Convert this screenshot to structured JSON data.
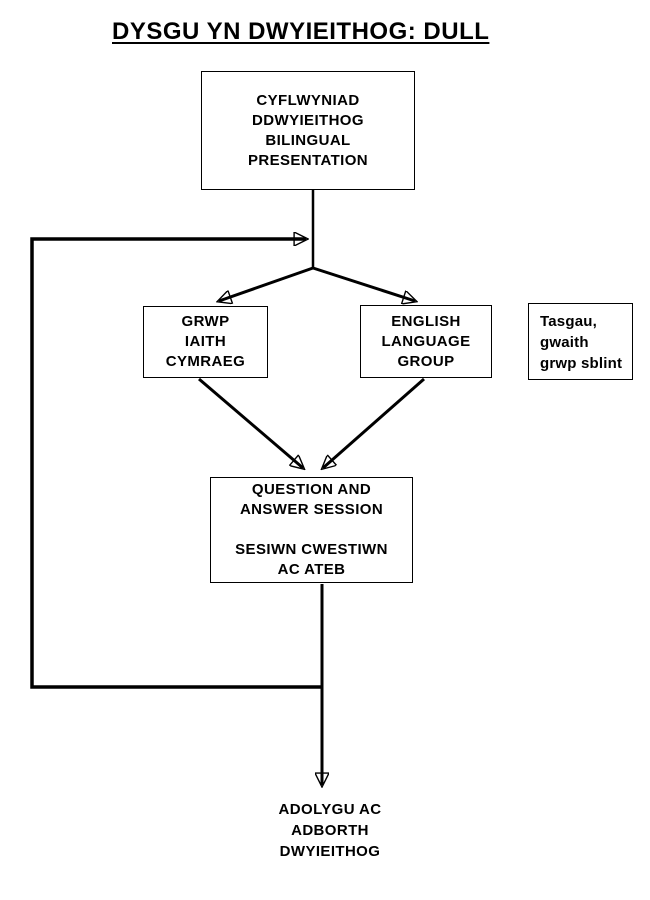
{
  "title": "DYSGU YN DWYIEITHOG: DULL",
  "boxes": {
    "presentation": {
      "lines": [
        "CYFLWYNIAD",
        "DDWYIEITHOG",
        "BILINGUAL",
        "PRESENTATION"
      ]
    },
    "welsh_group": {
      "lines": [
        "GRWP",
        "IAITH",
        "CYMRAEG"
      ]
    },
    "english_group": {
      "lines": [
        "ENGLISH",
        "LANGUAGE",
        "GROUP"
      ]
    },
    "tasks_note": {
      "lines": [
        "Tasgau,",
        "gwaith",
        "grwp sblint"
      ]
    },
    "qa_session": {
      "lines": [
        "QUESTION AND",
        "ANSWER SESSION",
        "",
        "SESIWN CWESTIWN",
        "AC ATEB"
      ]
    },
    "review": {
      "lines": [
        "ADOLYGU AC",
        "ADBORTH",
        "DWYIEITHOG"
      ]
    }
  },
  "colors": {
    "background": "#ffffff",
    "line": "#000000",
    "text": "#000000",
    "box_border": "#000000"
  }
}
